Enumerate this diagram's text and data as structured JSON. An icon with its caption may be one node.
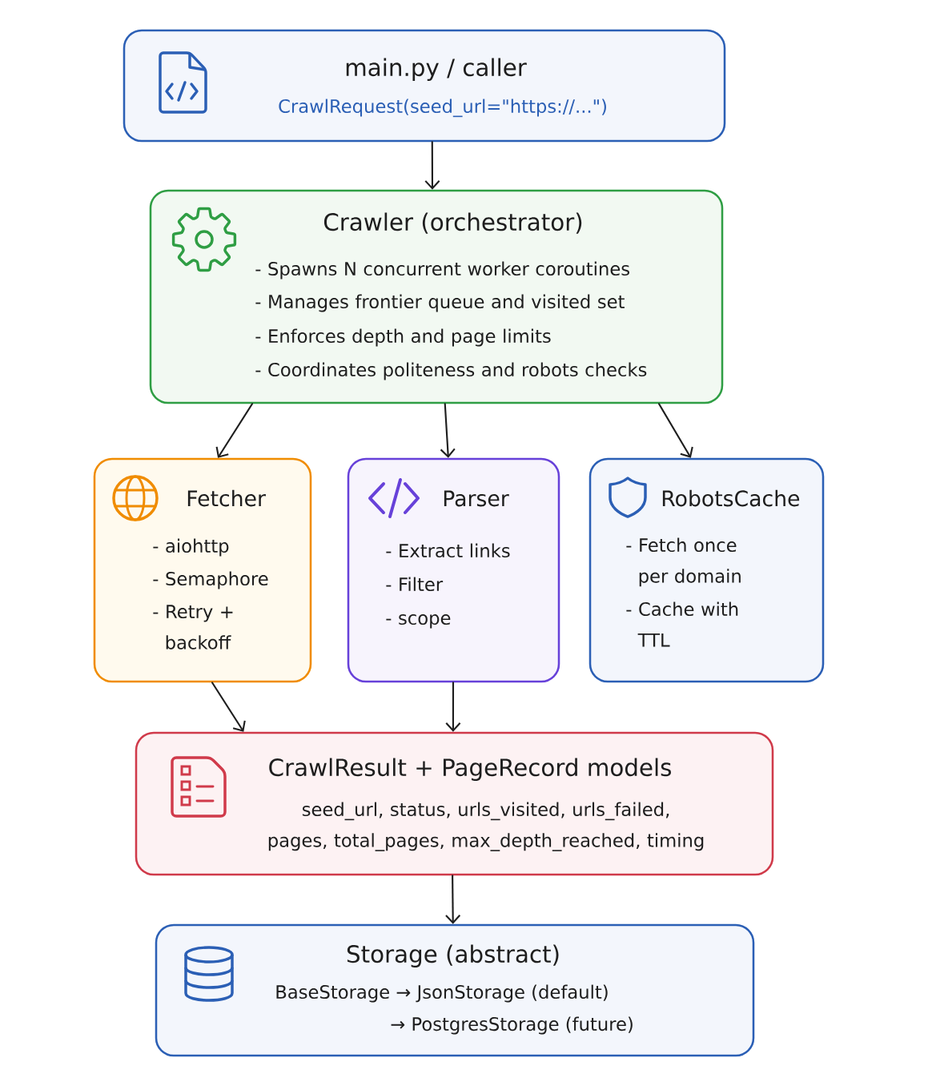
{
  "diagram": {
    "nodes": [
      {
        "text": [
          "main.py / caller",
          "CrawlRequest(seed_url=\"https://...\")"
        ]
      },
      {
        "text": [
          "Crawler (orchestrator)",
          "- Spawns N concurrent worker coroutines",
          "- Manages frontier queue and visited set",
          "- Enforces depth and page limits",
          "- Coordinates politeness and robots checks"
        ]
      },
      {
        "text": [
          "Fetcher",
          "- aiohttp",
          "- Semaphore",
          "- Retry + backoff"
        ]
      },
      {
        "text": [
          "Parser",
          "- Extract links",
          "- Filter",
          "- scope"
        ]
      },
      {
        "text": [
          "RobotsCache",
          "- Fetch once per domain",
          "- Cache with TTL"
        ]
      },
      {
        "text": [
          "CrawlResult + PageRecord models",
          "seed_url, status, urls_visited, urls_failed, pages, total_pages, max_depth_reached, timing"
        ]
      },
      {
        "text": [
          "Storage (abstract)",
          "BaseStorage → JsonStorage (default)",
          "→ PostgresStorage (future)"
        ]
      }
    ],
    "edges": [
      {
        "from": 0,
        "to": 1,
        "arrow": "to"
      },
      {
        "from": 1,
        "to": 2,
        "arrow": "to"
      },
      {
        "from": 1,
        "to": 3,
        "arrow": "to"
      },
      {
        "from": 1,
        "to": 4,
        "arrow": "to"
      },
      {
        "from": 2,
        "to": 5,
        "arrow": "to"
      },
      {
        "from": 3,
        "to": 5,
        "arrow": "to"
      },
      {
        "from": 5,
        "to": 6,
        "arrow": "to"
      }
    ]
  }
}
